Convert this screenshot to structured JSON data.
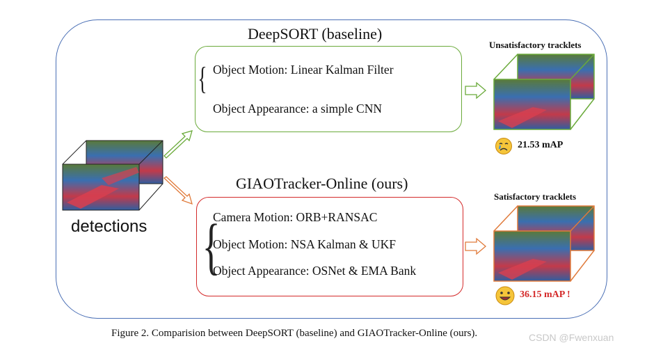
{
  "baseline": {
    "title": "DeepSORT (baseline)",
    "lines": [
      "Object Motion: Linear Kalman Filter",
      "Object Appearance: a simple CNN"
    ],
    "result_label": "Unsatisfactory tracklets",
    "map": "21.53 mAP",
    "color": "#6aaa3a"
  },
  "ours": {
    "title": "GIAOTracker-Online (ours)",
    "lines": [
      "Camera Motion: ORB+RANSAC",
      "Object Motion: NSA Kalman & UKF",
      "Object Appearance: OSNet & EMA Bank"
    ],
    "result_label": "Satisfactory tracklets",
    "map": "36.15 mAP !",
    "map_color": "#d42a2a",
    "color": "#d42a2a"
  },
  "input_label": "detections",
  "caption": "Figure 2. Comparision between DeepSORT (baseline) and GIAOTracker-Online (ours).",
  "watermark": "CSDN @Fwenxuan",
  "colors": {
    "outer_border": "#4a6fb5",
    "arrow_green": "#6aaa3a",
    "arrow_orange": "#e07a3a"
  },
  "icons": {
    "sad": "crying-face-icon",
    "happy": "smiling-face-icon"
  }
}
